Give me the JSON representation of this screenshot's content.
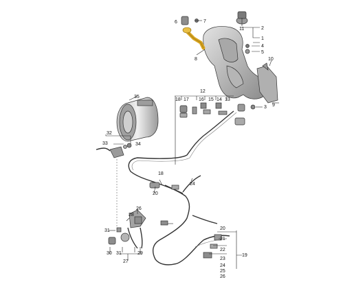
{
  "labels": {
    "l1": "1",
    "l2": "2",
    "l3": "3",
    "l4": "4",
    "l5": "5",
    "l6": "6",
    "l7": "7",
    "l8": "8",
    "l9": "9",
    "l10": "10",
    "l11": "11",
    "l12": "12",
    "l13": "13",
    "l14": "14",
    "l15": "15",
    "l16": "16",
    "l17": "17",
    "l18a": "18",
    "l18b": "18",
    "l19": "19",
    "l20a": "20",
    "l20b": "20",
    "l21": "21",
    "l22": "22",
    "l23": "23",
    "l24a": "24",
    "l24b": "24",
    "l25": "25",
    "l26a": "26",
    "l26b": "26",
    "l27": "27",
    "l28": "28",
    "l29": "29",
    "l30": "30",
    "l31a": "31",
    "l31b": "31",
    "l32": "32",
    "l33": "33",
    "l34": "34",
    "l35": "35"
  },
  "colors": {
    "background": "#ffffff",
    "line": "#222222",
    "part_fill": "#c9c9c9",
    "part_dark": "#8a8a8a",
    "highlight": "#d9a521"
  }
}
